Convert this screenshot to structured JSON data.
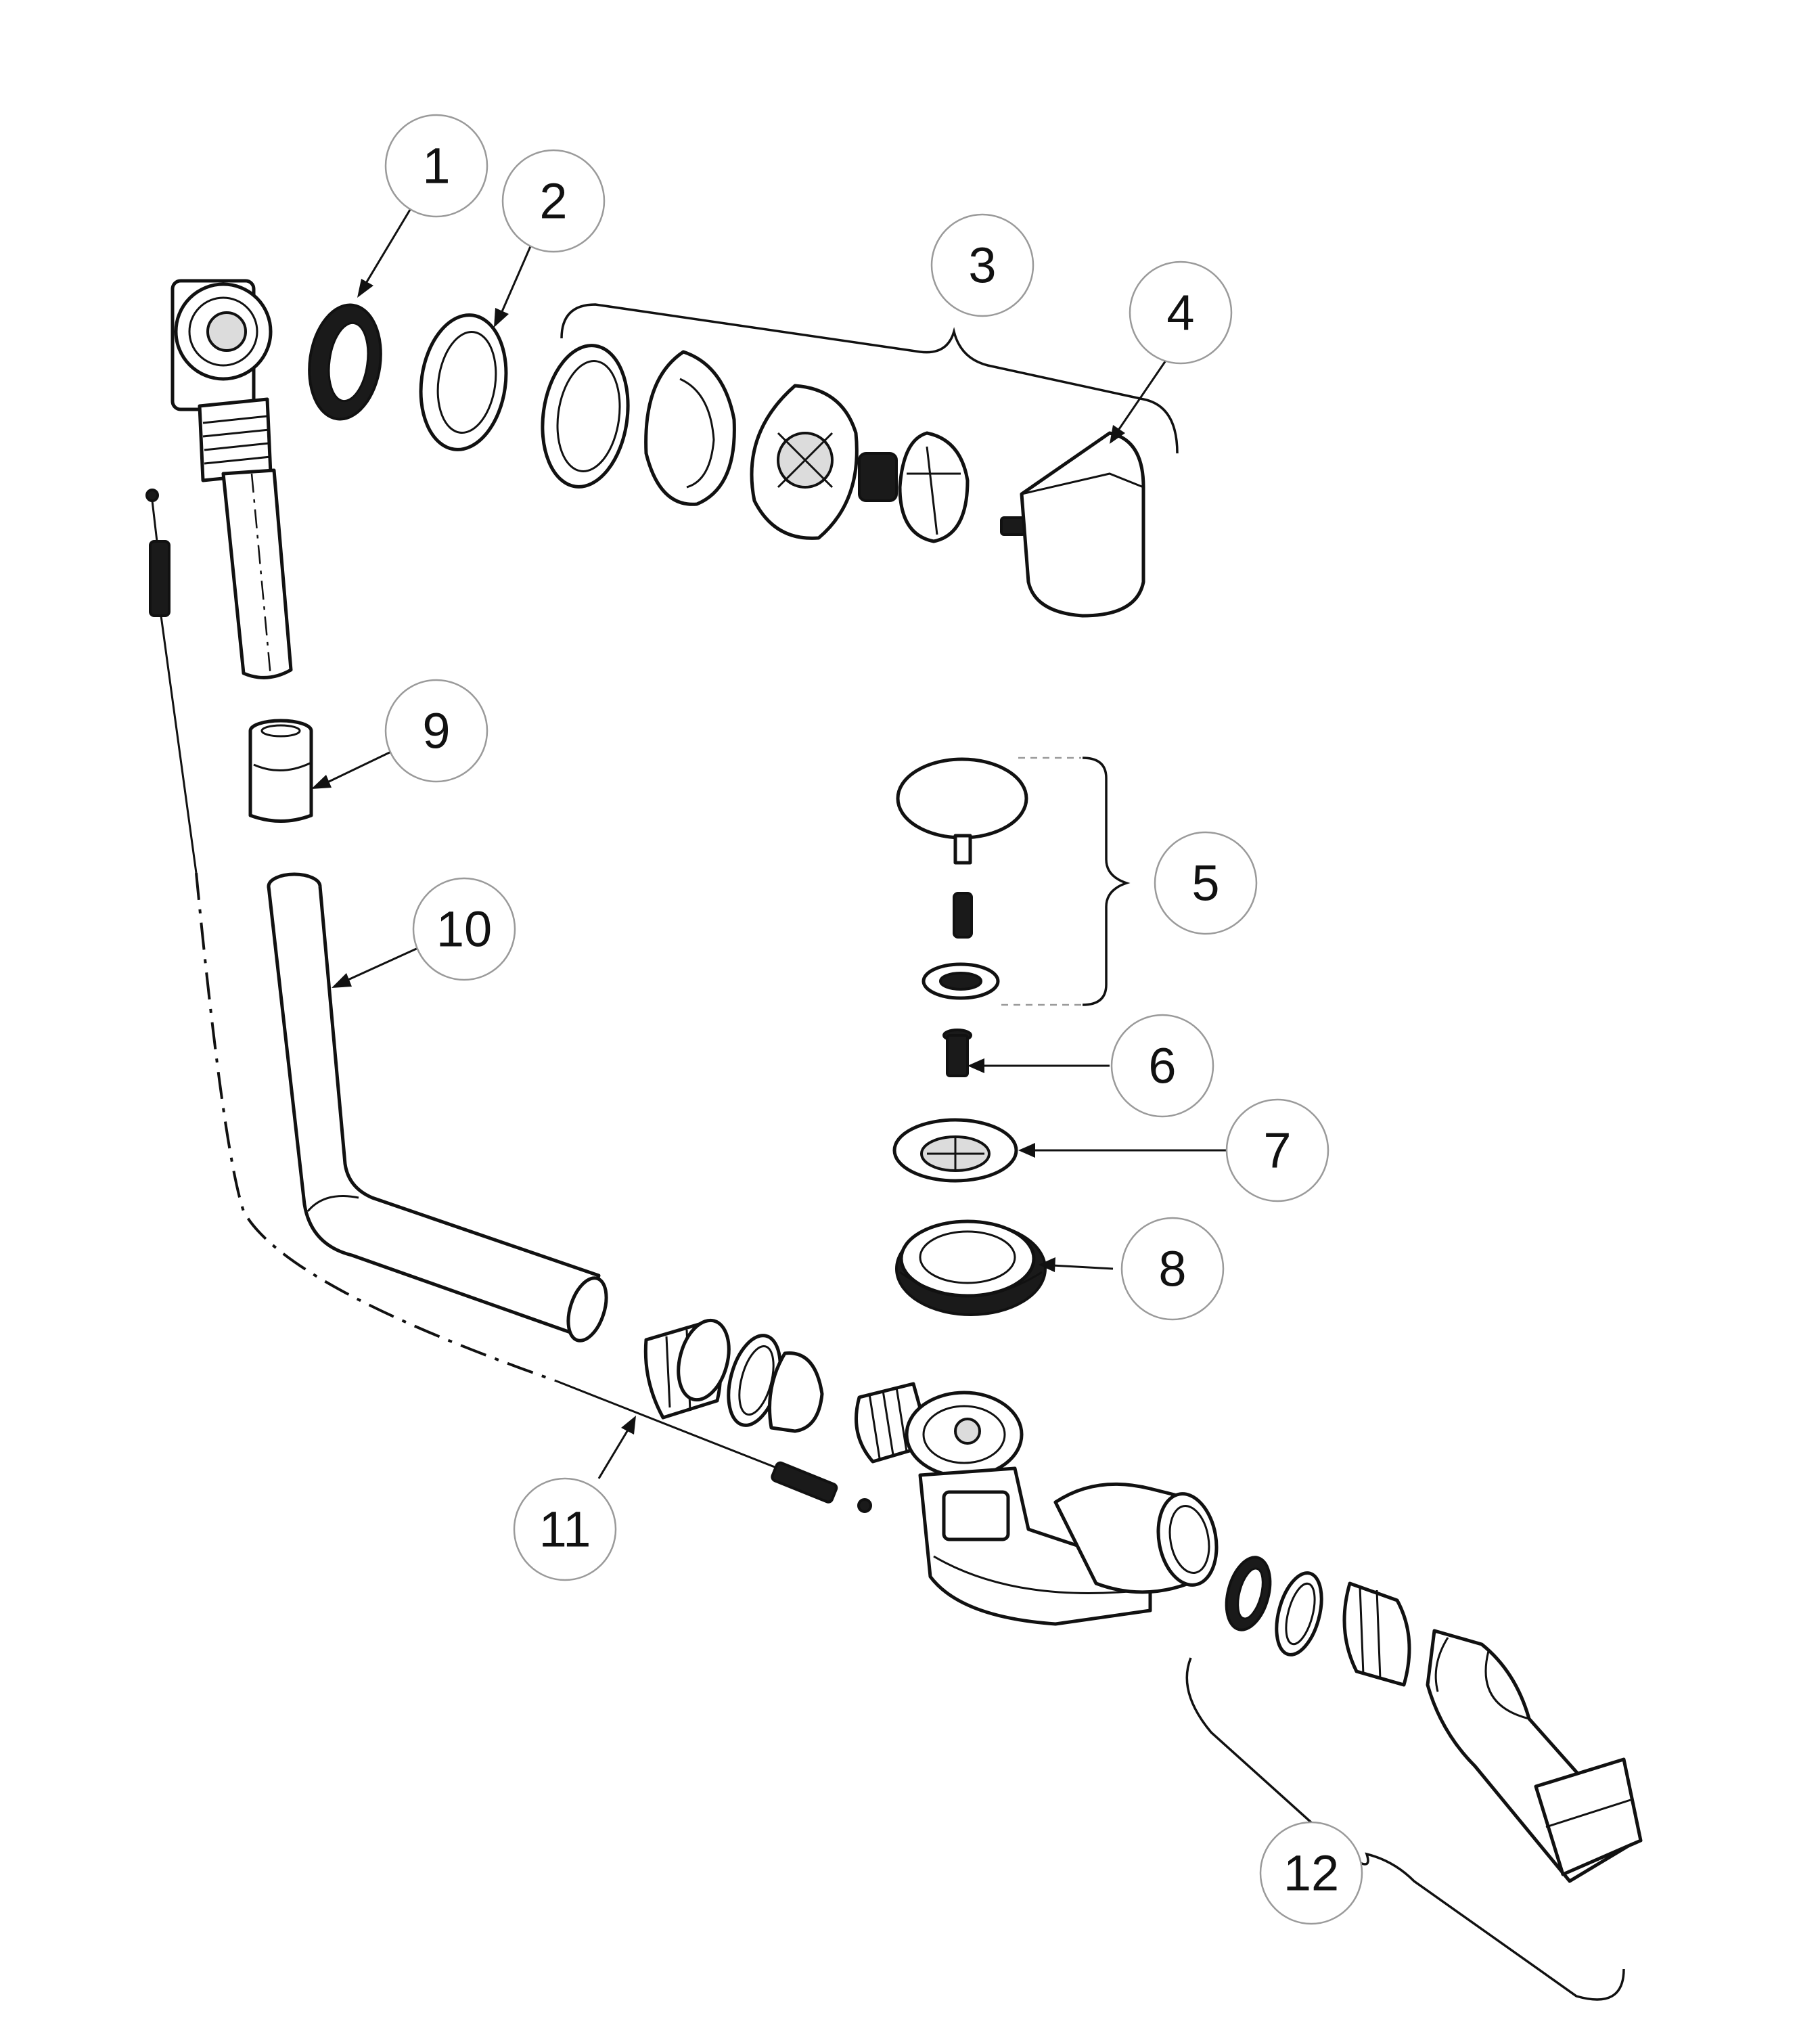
{
  "callouts": [
    {
      "label": "1"
    },
    {
      "label": "2"
    },
    {
      "label": "3"
    },
    {
      "label": "4"
    },
    {
      "label": "5"
    },
    {
      "label": "6"
    },
    {
      "label": "7"
    },
    {
      "label": "8"
    },
    {
      "label": "9"
    },
    {
      "label": "10"
    },
    {
      "label": "11"
    },
    {
      "label": "12"
    }
  ],
  "colors": {
    "line": "#111111",
    "callout_border": "#9a9a9a",
    "background": "#ffffff"
  }
}
